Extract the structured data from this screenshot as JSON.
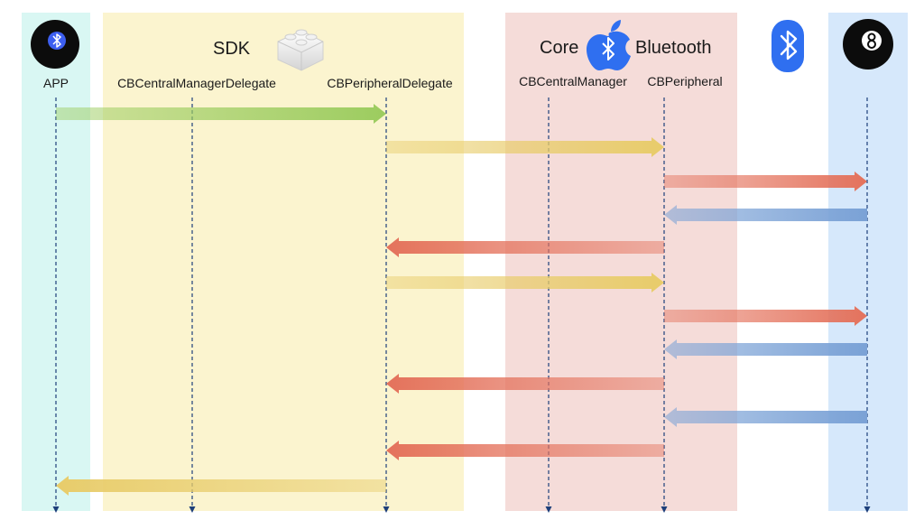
{
  "groups": {
    "sdk": {
      "label": "SDK"
    },
    "core": {
      "label_left": "Core",
      "label_right": "Bluetooth"
    }
  },
  "lanes": [
    {
      "id": "app",
      "label": "APP"
    },
    {
      "id": "central_delegate",
      "label": "CBCentralManagerDelegate"
    },
    {
      "id": "peripheral_delegate",
      "label": "CBPeripheralDelegate"
    },
    {
      "id": "central_manager",
      "label": "CBCentralManager"
    },
    {
      "id": "peripheral",
      "label": "CBPeripheral"
    },
    {
      "id": "device",
      "label": ""
    }
  ],
  "colors": {
    "app_band": "#d9f7f3",
    "sdk_band": "#fbf4cf",
    "core_band": "#f5dcd9",
    "device_band": "#d6e8fb",
    "lifeline": "#1d3f7a",
    "green_arrow": "#9ccc5f",
    "yellow_arrow": "#e8cc6a",
    "red_arrow": "#e4725c",
    "blue_arrow": "#7ba2d6",
    "bluetooth_blue": "#2f6ff0"
  },
  "icons": [
    "app-icon",
    "lego-brick-icon",
    "apple-logo-icon",
    "bluetooth-icon",
    "eight-ball-icon"
  ],
  "messages": [
    {
      "from": "app",
      "to": "peripheral_delegate",
      "color": "green"
    },
    {
      "from": "peripheral_delegate",
      "to": "peripheral",
      "color": "yellow"
    },
    {
      "from": "peripheral",
      "to": "device",
      "color": "red"
    },
    {
      "from": "device",
      "to": "peripheral",
      "color": "blue"
    },
    {
      "from": "peripheral",
      "to": "peripheral_delegate",
      "color": "red"
    },
    {
      "from": "peripheral_delegate",
      "to": "peripheral",
      "color": "yellow"
    },
    {
      "from": "peripheral",
      "to": "device",
      "color": "red"
    },
    {
      "from": "device",
      "to": "peripheral",
      "color": "blue"
    },
    {
      "from": "peripheral",
      "to": "peripheral_delegate",
      "color": "red"
    },
    {
      "from": "device",
      "to": "peripheral",
      "color": "blue"
    },
    {
      "from": "peripheral",
      "to": "peripheral_delegate",
      "color": "red"
    },
    {
      "from": "peripheral_delegate",
      "to": "app",
      "color": "yellow"
    }
  ]
}
